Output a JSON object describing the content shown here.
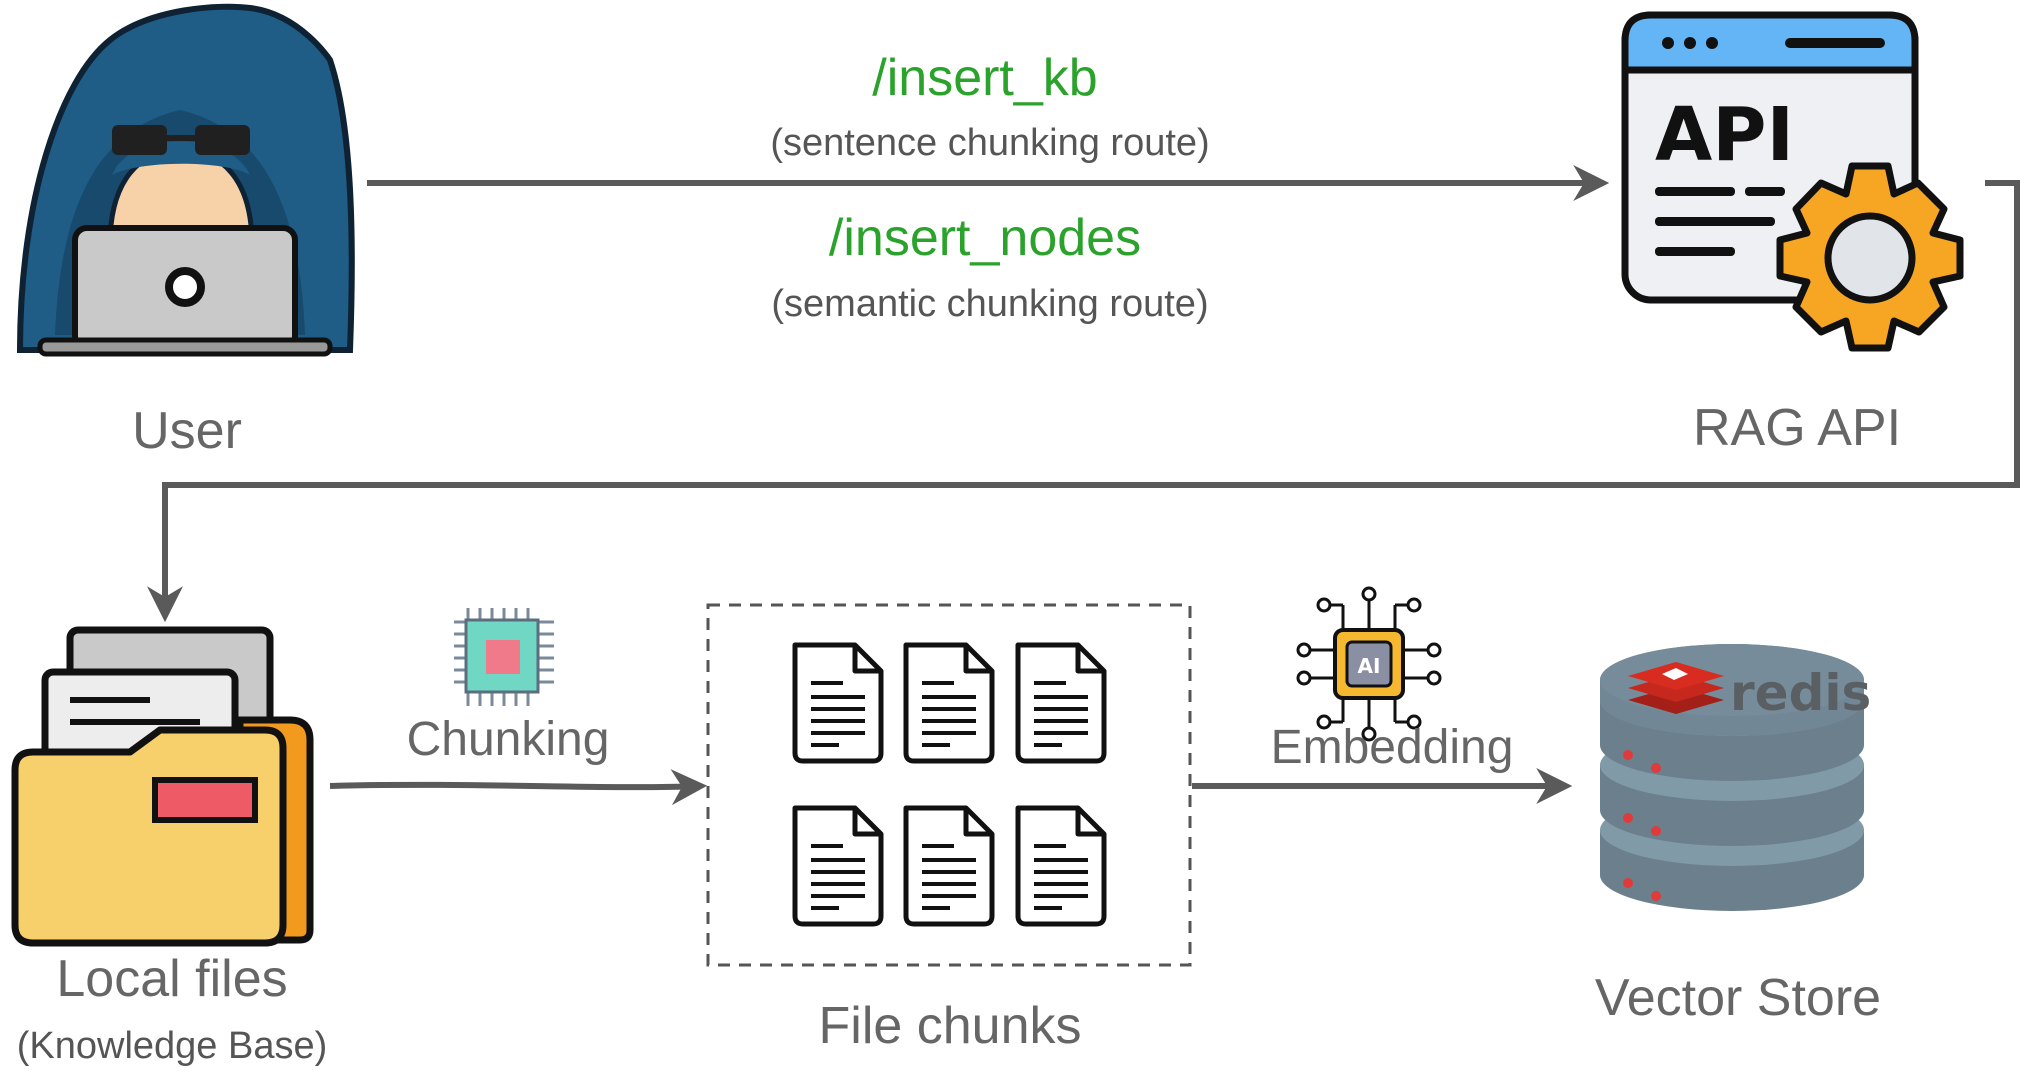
{
  "nodes": {
    "user": {
      "label": "User",
      "icon": "hooded-hacker-laptop-icon"
    },
    "rag_api": {
      "label": "RAG API",
      "icon": "api-window-gear-icon"
    },
    "local_files": {
      "label": "Local files",
      "sublabel": "(Knowledge Base)",
      "icon": "folder-documents-icon"
    },
    "file_chunks": {
      "label": "File chunks",
      "icon": "document-icon"
    },
    "vector_store": {
      "label": "Vector Store",
      "icon": "redis-database-icon",
      "brand": "redis"
    }
  },
  "routes": [
    {
      "path": "/insert_kb",
      "description": "(sentence chunking route)"
    },
    {
      "path": "/insert_nodes",
      "description": "(semantic chunking route)"
    }
  ],
  "steps": {
    "chunking": {
      "label": "Chunking",
      "icon": "chip-icon"
    },
    "embedding": {
      "label": "Embedding",
      "icon": "ai-chip-icon",
      "chip_text": "AI"
    }
  },
  "colors": {
    "route_text": "#2ba22b",
    "arrow": "#5a5a5a",
    "label": "#666666",
    "hood": "#1f5c86",
    "folder": "#f7d06b",
    "folder_tab": "#f29a1e",
    "folder_badge": "#ee5b67",
    "gear": "#f6a623",
    "api_bar": "#64b5f6",
    "database": "#6b7f8c",
    "redis_red": "#d82c20",
    "chip_body": "#6fd7c4",
    "chip_core": "#f17a8a"
  }
}
